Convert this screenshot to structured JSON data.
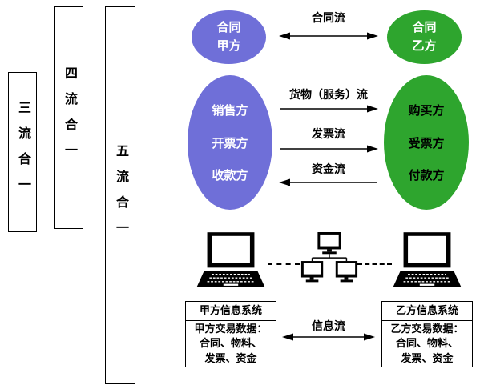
{
  "bars": [
    {
      "label": "三流合一"
    },
    {
      "label": "四流合一"
    },
    {
      "label": "五流合一"
    }
  ],
  "top_row": {
    "party_a": "合同\n甲方",
    "flow_label": "合同流",
    "party_b": "合同\n乙方"
  },
  "middle_row": {
    "seller_roles": [
      "销售方",
      "开票方",
      "收款方"
    ],
    "buyer_roles": [
      "购买方",
      "受票方",
      "付款方"
    ],
    "goods_flow_label": "货物（服务）流",
    "invoice_flow_label": "发票流",
    "funds_flow_label": "资金流"
  },
  "bottom_row": {
    "info_flow_label": "信息流",
    "system_a_title": "甲方信息系统",
    "system_a_data": "甲方交易数据：\n合同、物料、\n发票、资金",
    "system_b_title": "乙方信息系统",
    "system_b_data": "乙方交易数据：\n合同、物料、\n发票、资金"
  },
  "colors": {
    "party_a_fill": "#6F6FD8",
    "party_b_fill": "#2EA52E",
    "line_color": "#000000"
  },
  "icons": [
    "laptop-icon",
    "network-icon",
    "laptop-icon"
  ]
}
